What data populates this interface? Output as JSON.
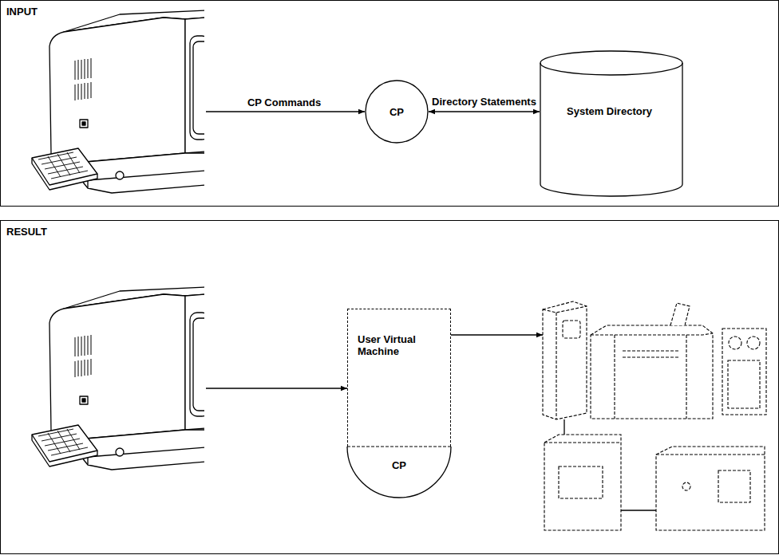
{
  "diagram": {
    "nodes": [
      {
        "text": [
          "INPUT"
        ]
      },
      {
        "text": [
          "CP"
        ],
        "in": 0
      },
      {
        "text": [
          "System Directory"
        ],
        "in": 0
      },
      {
        "text": [
          "RESULT"
        ]
      },
      {
        "text": [
          "User Virtual Machine"
        ],
        "in": 3
      },
      {
        "text": [
          "CP"
        ],
        "in": 3
      }
    ],
    "edges": [
      {
        "from": 1,
        "to": 2,
        "arrow": "both",
        "label": "Directory Statements"
      }
    ],
    "labels": [
      "CP Commands"
    ]
  }
}
